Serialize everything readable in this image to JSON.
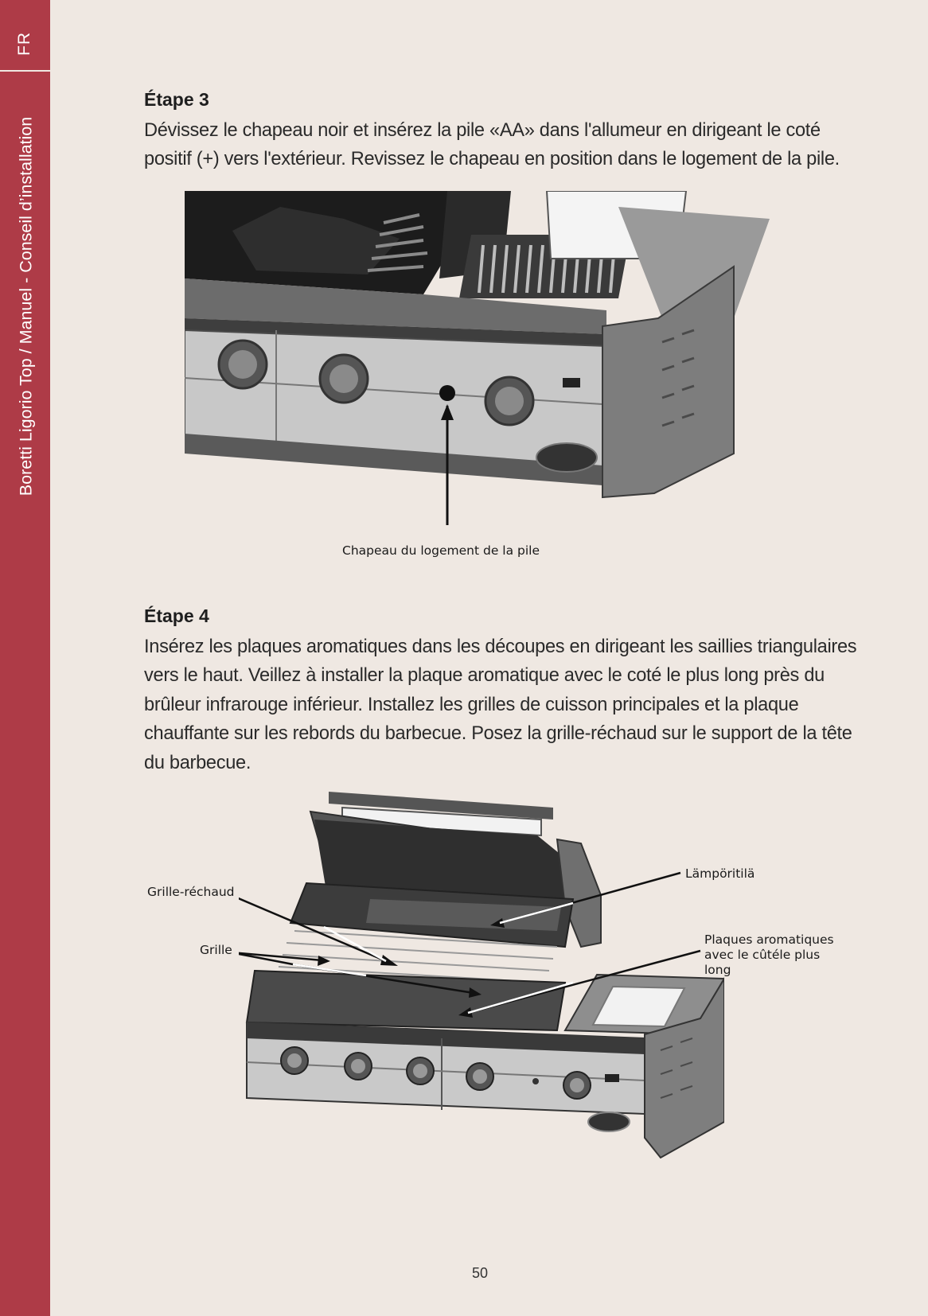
{
  "sidebar": {
    "language": "FR",
    "document_title": "Boretti Ligorio Top / Manuel - Conseil d’installation"
  },
  "step3": {
    "heading": "Étape 3",
    "text": "Dévissez le chapeau noir et insérez la pile «AA» dans l'allumeur en dirigeant le coté positif (+) vers l'extérieur. Revissez le chapeau en position dans le logement de la pile.",
    "figure_callout": "Chapeau du logement de la pile"
  },
  "step4": {
    "heading": "Étape 4",
    "text": "Insérez les plaques aromatiques dans les découpes en dirigeant les saillies triangulaires vers le haut. Veillez à installer la plaque aromatique avec le coté le plus long près du brûleur infrarouge inférieur. Installez les grilles de cuisson principales et la plaque chauffante sur les rebords du barbecue. Posez la grille-réchaud sur le support de la tête du barbecue.",
    "callouts": {
      "warming_rack": "Grille-réchaud",
      "grill": "Grille",
      "heat_shield": "Lämpöritilä",
      "flavor_plates_line1": "Plaques aromatiques",
      "flavor_plates_line2": "avec le cûtéle plus",
      "flavor_plates_line3": "long"
    }
  },
  "footer": {
    "page_number": "50"
  },
  "colors": {
    "side_band": "#ae3b47",
    "page_background": "#efe8e2"
  }
}
